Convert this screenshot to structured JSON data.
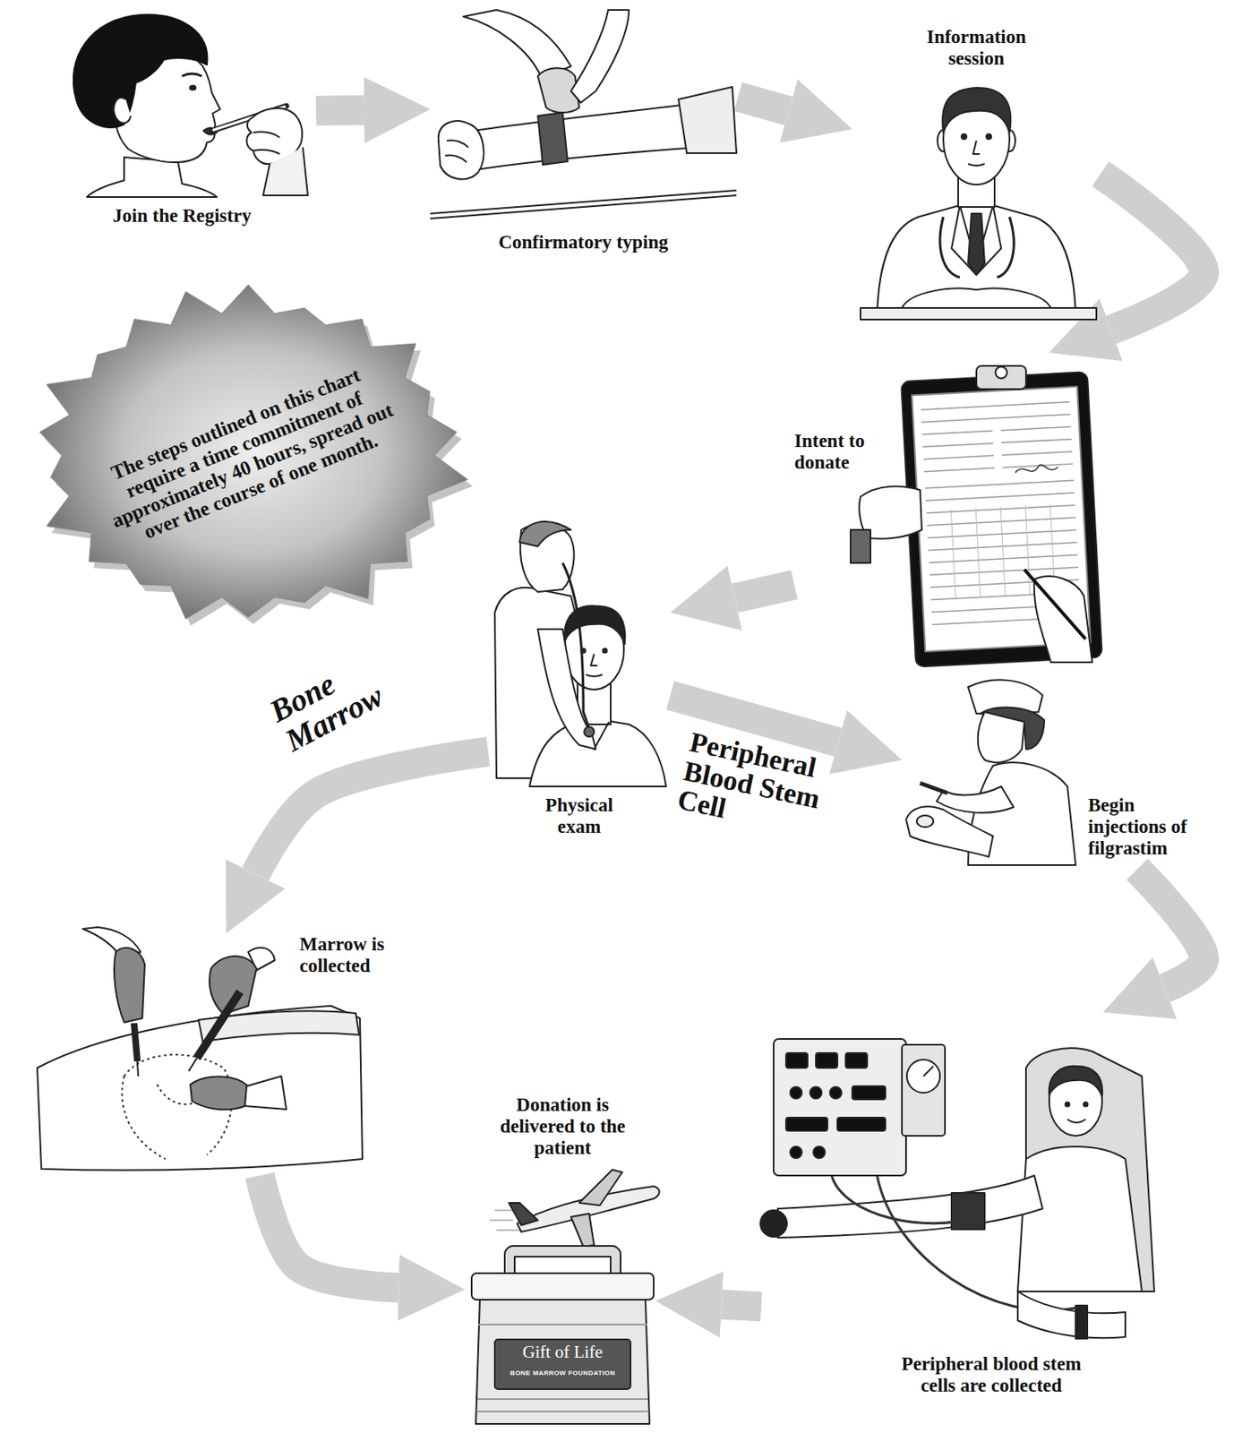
{
  "diagram": {
    "nodes": [
      {
        "text": [
          "Join the Registry"
        ]
      },
      {
        "text": [
          "Confirmatory typing"
        ]
      },
      {
        "text": [
          "Information session"
        ]
      },
      {
        "text": [
          "Intent to donate"
        ]
      },
      {
        "text": [
          "Physical exam"
        ]
      },
      {
        "text": [
          "Begin injections of filgrastim"
        ]
      },
      {
        "text": [
          "Marrow is collected"
        ]
      },
      {
        "text": [
          "Peripheral blood stem cells are collected"
        ]
      },
      {
        "text": [
          "Donation is delivered to the patient",
          "Gift of Life",
          "BONE MARROW FOUNDATION"
        ]
      },
      {
        "text": [
          "The steps outlined on this chart require a time commitment of approximately 40 hours, spread out over the course of one month."
        ]
      }
    ],
    "edges": [
      {
        "from": 0,
        "to": 1,
        "arrow": "to"
      },
      {
        "from": 1,
        "to": 2,
        "arrow": "to"
      },
      {
        "from": 2,
        "to": 3,
        "arrow": "to"
      },
      {
        "from": 3,
        "to": 4,
        "arrow": "to"
      },
      {
        "from": 4,
        "to": 6,
        "label": "Bone Marrow",
        "arrow": "to"
      },
      {
        "from": 6,
        "to": 8,
        "arrow": "to"
      },
      {
        "from": 4,
        "to": 5,
        "label": "Peripheral Blood Stem Cell",
        "arrow": "to"
      },
      {
        "from": 5,
        "to": 7,
        "arrow": "to"
      },
      {
        "from": 7,
        "to": 8,
        "arrow": "to"
      }
    ]
  }
}
